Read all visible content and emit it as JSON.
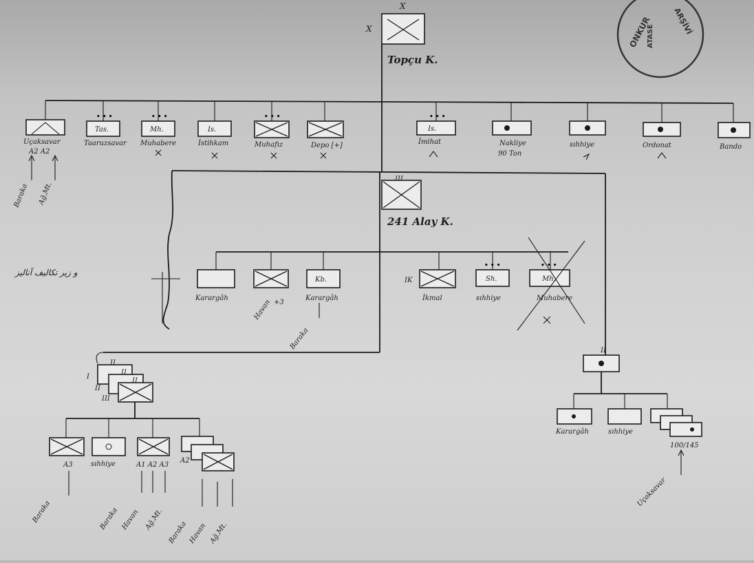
{
  "top": {
    "echelon": "X",
    "side": "X",
    "label": "Topçu K."
  },
  "top_row": [
    {
      "code": "",
      "label": "Uçaksavar"
    },
    {
      "code": "Tas.",
      "label": "Taaruzsavar"
    },
    {
      "code": "Mh.",
      "label": "Muhabere"
    },
    {
      "code": "Is.",
      "label": "İstihkam"
    },
    {
      "code": "",
      "label": "Muhafız"
    },
    {
      "code": "",
      "label": "Depo [+]"
    },
    {
      "code": "Is.",
      "label": "İmihat"
    },
    {
      "code": "",
      "label": "Nakliye"
    },
    {
      "code": "",
      "label": "sıhhiye"
    },
    {
      "code": "",
      "label": "Ordonat"
    },
    {
      "code": "",
      "label": "Bando"
    }
  ],
  "top_notes": {
    "aa_marks": "A2  A2",
    "nakliye_sub": "90 Ton",
    "side_1": "Baraka",
    "side_2": "Ağ.Mt."
  },
  "regiment": {
    "echelon": "III",
    "label": "241 Alay K."
  },
  "regiment_row": [
    {
      "code": "",
      "label": "Karargâh"
    },
    {
      "code": "",
      "label": "Havan"
    },
    {
      "code": "Kb.",
      "label": "Karargâh"
    },
    {
      "code": "IK",
      "label": "İkmal"
    },
    {
      "code": "Sh.",
      "label": "sıhhiye"
    },
    {
      "code": "Mh.",
      "label": "Muhabere"
    }
  ],
  "regiment_notes": {
    "havan_mark": "+3",
    "baraka": "Baraka",
    "side_script": "و زیر تکالیف آنالیز"
  },
  "battalion": {
    "echelons": [
      "II",
      "II",
      "II"
    ],
    "marks": [
      "I",
      "II",
      "III"
    ]
  },
  "battalion_row": [
    {
      "label": "A3"
    },
    {
      "label": "sıhhiye"
    },
    {
      "label": "A1  A2  A3"
    },
    {
      "label": "A2"
    }
  ],
  "battalion_notes": {
    "b1": "Baraka",
    "b2a": "Baraka",
    "b2b": "Havan",
    "b2c": "Ağ.Mt.",
    "b3a": "Baraka",
    "b3b": "Havan",
    "b3c": "Ağ.Mt."
  },
  "right_unit": {
    "echelon": "II",
    "children": [
      {
        "label": "Karargâh"
      },
      {
        "label": "sıhhiye"
      },
      {
        "label": "100/145"
      }
    ],
    "note": "Uçaksavar"
  },
  "stamp": {
    "line1": "ONKUR",
    "line2": "ATASE",
    "line3": "ARŞİVİ"
  }
}
